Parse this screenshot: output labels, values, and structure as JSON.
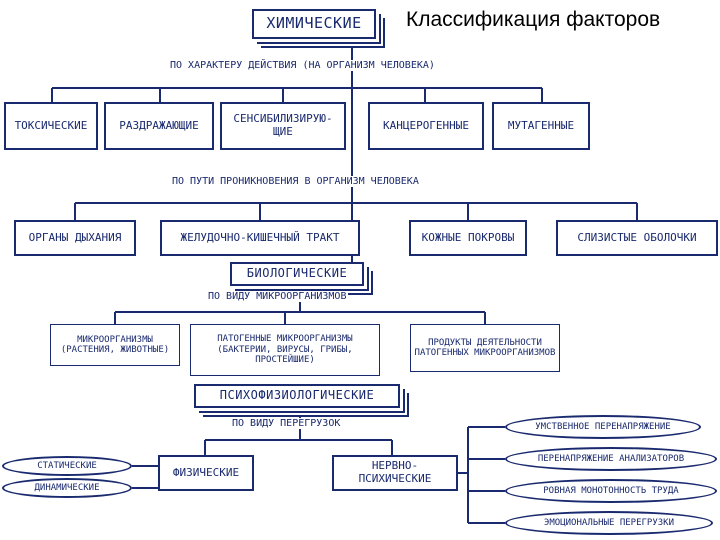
{
  "title": "Классификация факторов",
  "chemical": {
    "heading": "ХИМИЧЕСКИЕ",
    "by_effect_label": "ПО ХАРАКТЕРУ ДЕЙСТВИЯ (НА ОРГАНИЗМ ЧЕЛОВЕКА)",
    "by_effect": [
      "ТОКСИЧЕСКИЕ",
      "РАЗДРАЖАЮЩИЕ",
      "СЕНСИБИЛИЗИРУЮ-ЩИЕ",
      "КАНЦЕРОГЕННЫЕ",
      "МУТАГЕННЫЕ"
    ],
    "by_route_label": "ПО ПУТИ ПРОНИКНОВЕНИЯ В ОРГАНИЗМ ЧЕЛОВЕКА",
    "by_route": [
      "ОРГАНЫ ДЫХАНИЯ",
      "ЖЕЛУДОЧНО-КИШЕЧНЫЙ ТРАКТ",
      "КОЖНЫЕ ПОКРОВЫ",
      "СЛИЗИСТЫЕ ОБОЛОЧКИ"
    ]
  },
  "biological": {
    "heading": "БИОЛОГИЧЕСКИЕ",
    "by_type_label": "ПО ВИДУ МИКРООРГАНИЗМОВ",
    "types": [
      "МИКРООРГАНИЗМЫ (РАСТЕНИЯ, ЖИВОТНЫЕ)",
      "ПАТОГЕННЫЕ МИКРООРГАНИЗМЫ (БАКТЕРИИ, ВИРУСЫ, ГРИБЫ, ПРОСТЕЙШИЕ)",
      "ПРОДУКТЫ ДЕЯТЕЛЬНОСТИ ПАТОГЕННЫХ МИКРООРГАНИЗМОВ"
    ]
  },
  "psychophysiological": {
    "heading": "ПСИХОФИЗИОЛОГИЧЕСКИЕ",
    "by_load_label": "ПО ВИДУ ПЕРЕГРУЗОК",
    "physical": "ФИЗИЧЕСКИЕ",
    "neuropsychic": "НЕРВНО-ПСИХИЧЕСКИЕ",
    "physical_kinds": [
      "СТАТИЧЕСКИЕ",
      "ДИНАМИЧЕСКИЕ"
    ],
    "neuropsychic_kinds": [
      "УМСТВЕННОЕ ПЕРЕНАПРЯЖЕНИЕ",
      "ПЕРЕНАПРЯЖЕНИЕ АНАЛИЗАТОРОВ",
      "РОВНАЯ МОНОТОННОСТЬ ТРУДА",
      "ЭМОЦИОНАЛЬНЫЕ ПЕРЕГРУЗКИ"
    ]
  },
  "colors": {
    "ink": "#1a2a6e"
  }
}
